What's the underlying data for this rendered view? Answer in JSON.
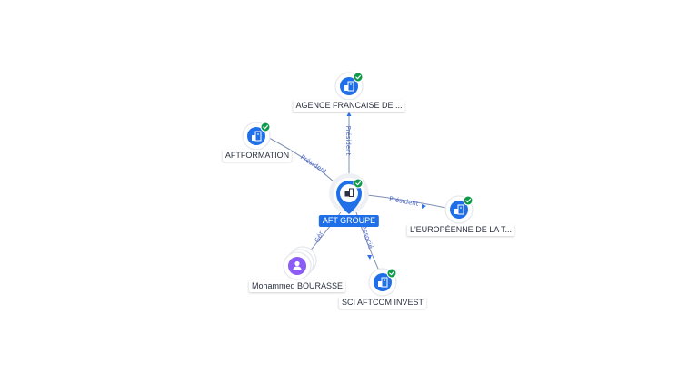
{
  "center": {
    "label": "AFT GROUPE"
  },
  "nodes": [
    {
      "id": "agence",
      "label": "AGENCE FRANCAISE DE ...",
      "kind": "company",
      "verified": true
    },
    {
      "id": "aftformation",
      "label": "AFTFORMATION",
      "kind": "company",
      "verified": true
    },
    {
      "id": "europeenne",
      "label": "L'EUROPÉENNE DE LA T...",
      "kind": "company",
      "verified": true
    },
    {
      "id": "sci",
      "label": "SCI AFTCOM INVEST",
      "kind": "company",
      "verified": true
    },
    {
      "id": "person",
      "label": "Mohammed BOURASSE",
      "kind": "person",
      "verified": false
    }
  ],
  "edges": [
    {
      "to": "agence",
      "label": "Président"
    },
    {
      "to": "aftformation",
      "label": "Président"
    },
    {
      "to": "europeenne",
      "label": "Président"
    },
    {
      "to": "sci",
      "label": "Associé"
    },
    {
      "to": "person",
      "label": "Gér"
    }
  ],
  "colors": {
    "accent": "#1f6fe8",
    "verified_badge": "#0f9a4b",
    "person": "#8b5cf6",
    "edge": "#7f8fb5",
    "edge_label": "#4a66c9"
  },
  "icons": {
    "company": "building-icon",
    "person": "person-icon",
    "verified": "check-badge-icon"
  }
}
